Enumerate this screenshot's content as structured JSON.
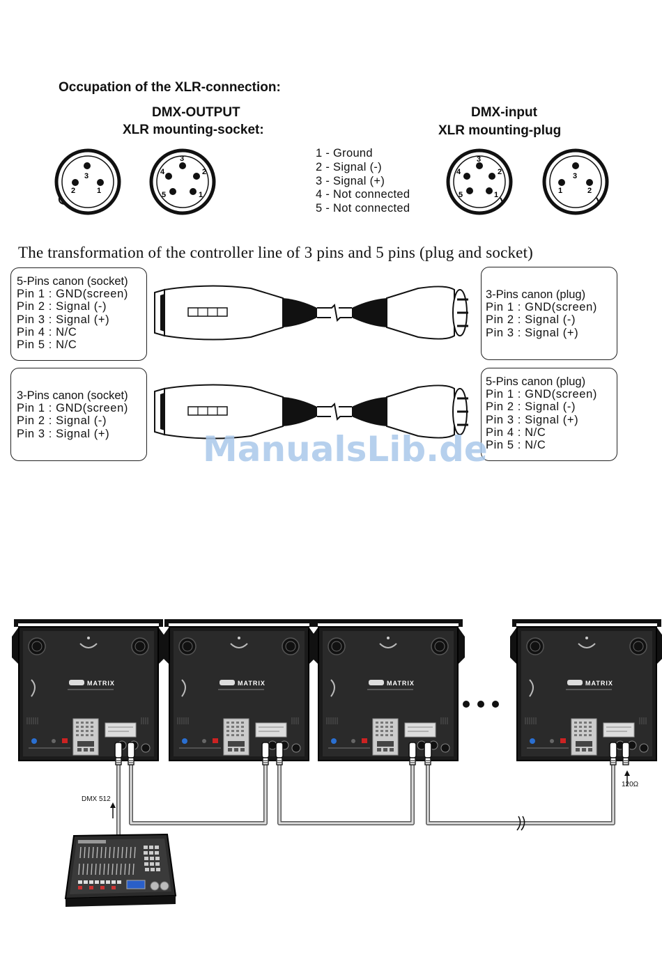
{
  "xlr_section": {
    "heading": "Occupation of the XLR-connection:",
    "output_title": "DMX-OUTPUT",
    "output_subtitle": "XLR mounting-socket:",
    "input_title": "DMX-input",
    "input_subtitle": "XLR mounting-plug",
    "pin_legend": [
      "1 - Ground",
      "2 - Signal (-)",
      "3 - Signal (+)",
      "4 - Not connected",
      "5 - Not connected"
    ],
    "pin_numbers": [
      "1",
      "2",
      "3",
      "4",
      "5"
    ]
  },
  "cable_section": {
    "title": "The transformation of the controller line of 3 pins and 5 pins (plug and socket)",
    "boxes": {
      "top_left": [
        "5-Pins canon (socket)",
        "Pin 1 : GND(screen)",
        "Pin 2 : Signal (-)",
        "Pin 3 : Signal (+)",
        "Pin 4 : N/C",
        "Pin 5 : N/C"
      ],
      "top_right": [
        "3-Pins canon (plug)",
        "Pin 1 : GND(screen)",
        "Pin 2 : Signal (-)",
        "Pin 3 : Signal (+)"
      ],
      "bottom_left": [
        "3-Pins canon (socket)",
        "Pin 1 : GND(screen)",
        "Pin 2 : Signal (-)",
        "Pin 3 : Signal (+)"
      ],
      "bottom_right": [
        "5-Pins canon (plug)",
        "Pin 1 : GND(screen)",
        "Pin 2 : Signal (-)",
        "Pin 3 : Signal (+)",
        "Pin 4 : N/C",
        "Pin 5 : N/C"
      ]
    }
  },
  "watermark": "ManualsLib.de",
  "daisy_chain": {
    "fixture_label": "MATRIX",
    "ellipsis": "• • •",
    "dmx_label": "DMX 512",
    "terminator_label": "120Ω"
  }
}
